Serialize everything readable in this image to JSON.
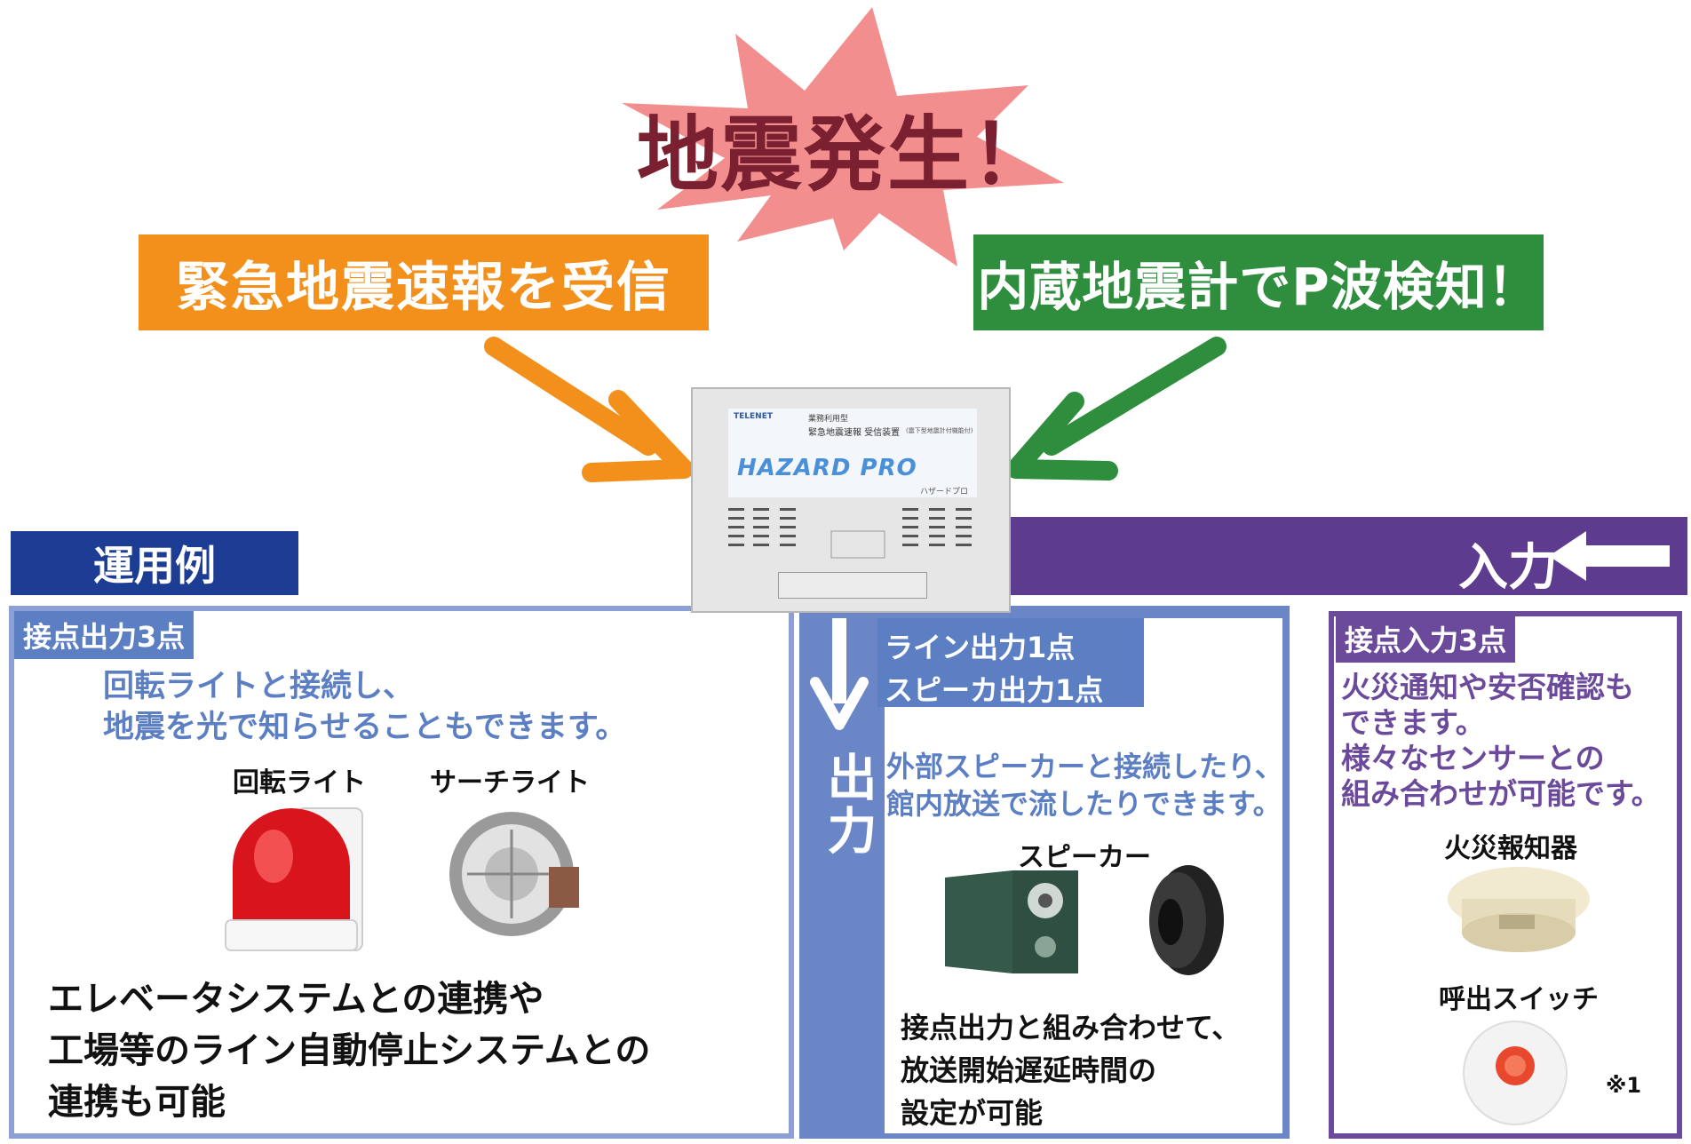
{
  "headline": "地震発生！",
  "source_eew": "緊急地震速報を受信",
  "source_pwave": "内蔵地震計でP波検知！",
  "device": {
    "brand": "TELENET",
    "line1": "業務利用型",
    "line2": "緊急地震速報 受信装置",
    "line3": "(震下型地震計付機能付)",
    "logo": "HAZARD PRO",
    "logo_kana": "ハザードプロ"
  },
  "usage_tab": "運用例",
  "input_label": "入力",
  "output_label": "出力",
  "left_panel": {
    "label": "接点出力3点",
    "description_1": "回転ライトと接続し、",
    "description_2": "地震を光で知らせることもできます。",
    "caption_rotating": "回転ライト",
    "caption_search": "サーチライト",
    "footer_1": "エレベータシステムとの連携や",
    "footer_2": "工場等のライン自動停止システムとの",
    "footer_3": "連携も可能"
  },
  "middle_panel": {
    "label_1": "ライン出力1点",
    "label_2": "スピーカ出力1点",
    "description_1": "外部スピーカーと接続したり、",
    "description_2": "館内放送で流したりできます。",
    "caption_speaker": "スピーカー",
    "footer_1": "接点出力と組み合わせて、",
    "footer_2": "放送開始遅延時間の",
    "footer_3": "設定が可能"
  },
  "right_panel": {
    "label": "接点入力3点",
    "description_1": "火災通知や安否確認も",
    "description_2": "できます。",
    "description_3": "様々なセンサーとの",
    "description_4": "組み合わせが可能です。",
    "caption_fire": "火災報知器",
    "caption_call": "呼出スイッチ",
    "note": "※1"
  },
  "colors": {
    "burst": "#f28e8e",
    "orange": "#f3901c",
    "green": "#2f8d3e",
    "navy": "#1c3d93",
    "purple": "#5d3b8e",
    "blue": "#5c7fc4"
  }
}
